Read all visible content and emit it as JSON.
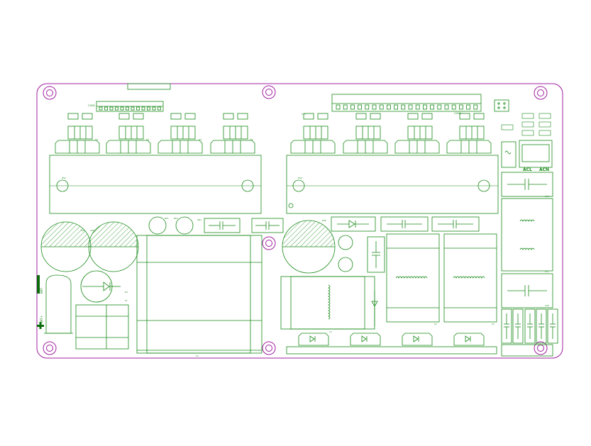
{
  "colors": {
    "background": "#ffffff",
    "board_outline": "#a020a0",
    "silkscreen": "#1a8a1a",
    "silk_dark": "#0b6b0b"
  },
  "board": {
    "power_labels": {
      "minus": "BAT-",
      "plus": "BAT+"
    },
    "ac_labels": {
      "acl": "ACL",
      "acn": "ACN"
    },
    "designators": {
      "con1": "CON1",
      "con2": "CON2",
      "c_top": "C11",
      "tvs": "VR1",
      "rt1": "RT1",
      "rt2": "RT2",
      "l3": "L3",
      "l4": "L4",
      "l5": "L5",
      "c21": "C21",
      "c22": "C22",
      "cx1": "CX1",
      "cx2": "CX2",
      "t1": "T1",
      "d_main": "D1",
      "hs1": "HS1",
      "hs2": "HS2",
      "ntc": "NTC",
      "fuse": "F1",
      "lf1": "LF1",
      "q1": "Q1",
      "q2": "Q2",
      "q3": "Q3",
      "q4": "Q4"
    }
  }
}
